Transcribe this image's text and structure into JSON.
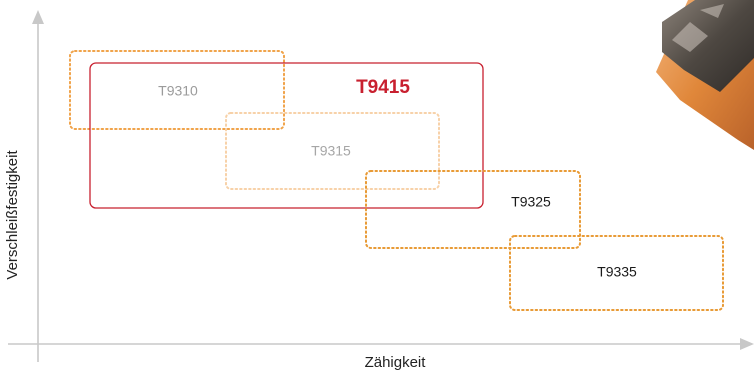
{
  "diagram": {
    "x_axis_label": "Zähigkeit",
    "y_axis_label": "Verschleißfestigkeit",
    "grades": [
      {
        "id": "t9310",
        "label": "T9310",
        "style": "dotted",
        "border_color": "#f0a34a",
        "text_color": "#9b9b9b"
      },
      {
        "id": "t9415",
        "label": "T9415",
        "style": "solid",
        "border_color": "#c8202f",
        "text_color": "#c8202f",
        "highlight": true
      },
      {
        "id": "t9315",
        "label": "T9315",
        "style": "dotted",
        "border_color": "#f7d1a8",
        "text_color": "#a6a6a6"
      },
      {
        "id": "t9325",
        "label": "T9325",
        "style": "dotted",
        "border_color": "#e89a35",
        "text_color": "#1a1a1a"
      },
      {
        "id": "t9335",
        "label": "T9335",
        "style": "dotted",
        "border_color": "#e89a35",
        "text_color": "#1a1a1a"
      }
    ],
    "colors": {
      "axis": "#c8c8c8",
      "insert_orange": "#e38b3e",
      "insert_top": "#5c5650"
    }
  }
}
